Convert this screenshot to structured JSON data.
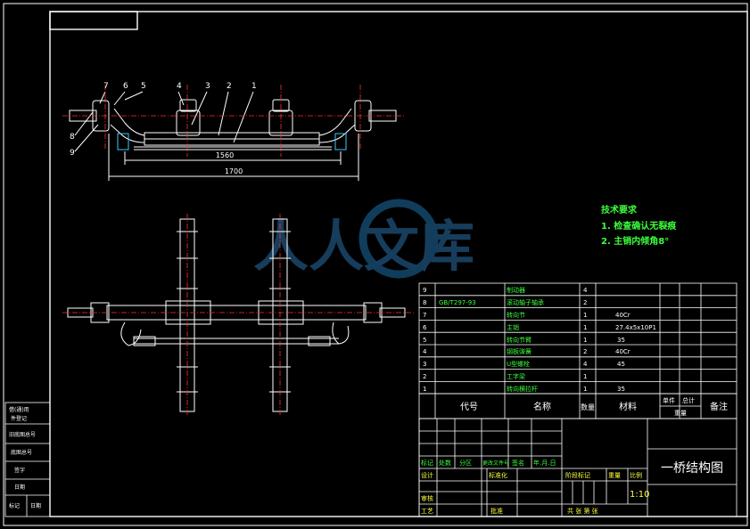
{
  "drawing": {
    "title": "一桥结构图",
    "scale": "1:10",
    "watermark": "人人文库"
  },
  "tech_req": {
    "heading": "技术要求",
    "items": [
      "1. 检查确认无裂痕",
      "2. 主销内倾角8°"
    ]
  },
  "top_view": {
    "dims": [
      "1560",
      "1700"
    ],
    "balloons": [
      "1",
      "2",
      "3",
      "4",
      "5",
      "6",
      "7",
      "8",
      "9"
    ]
  },
  "bom": {
    "rows": [
      {
        "no": "9",
        "code": "",
        "name": "制动器",
        "qty": "4",
        "mat": ""
      },
      {
        "no": "8",
        "code": "GB/T297-93",
        "name": "滚动轴子轴承",
        "qty": "2",
        "mat": ""
      },
      {
        "no": "7",
        "code": "",
        "name": "转向节",
        "qty": "1",
        "mat": "40Cr"
      },
      {
        "no": "6",
        "code": "",
        "name": "主销",
        "qty": "1",
        "mat": "27.4x5x10P1"
      },
      {
        "no": "5",
        "code": "",
        "name": "转向节臂",
        "qty": "1",
        "mat": "35"
      },
      {
        "no": "4",
        "code": "",
        "name": "钢板弹簧",
        "qty": "2",
        "mat": "40Cr"
      },
      {
        "no": "3",
        "code": "",
        "name": "U型螺栓",
        "qty": "4",
        "mat": "45"
      },
      {
        "no": "2",
        "code": "",
        "name": "工字梁",
        "qty": "1",
        "mat": ""
      },
      {
        "no": "1",
        "code": "",
        "name": "转向横拉杆",
        "qty": "1",
        "mat": "35"
      }
    ],
    "header": {
      "code": "代号",
      "name": "名称",
      "qty": "数量",
      "mat": "材料",
      "unit_mass": "单件",
      "total_mass": "总计",
      "mass": "重量",
      "note": "备注"
    }
  },
  "titleblock": {
    "marks": [
      "标记",
      "处数",
      "分区",
      "更改文件号",
      "签名",
      "年.月.日"
    ],
    "design": "设计",
    "std": "标准化",
    "stage": "阶段标记",
    "weight": "重量",
    "ratio": "比例",
    "check": "审核",
    "process": "工艺",
    "approve": "批准",
    "sheets": "共 张 第 张"
  },
  "leftstrip": [
    "借(通)用",
    "件登记",
    "旧底图总号",
    "底图总号",
    "签字",
    "日期"
  ],
  "leftstrip_bottom": [
    "标记",
    "日期"
  ],
  "colors": {
    "line": "#ffffff",
    "green": "#3cff3c",
    "yellow": "#ffff3c",
    "red": "#ff3030",
    "cyan": "#3cc8ff"
  }
}
